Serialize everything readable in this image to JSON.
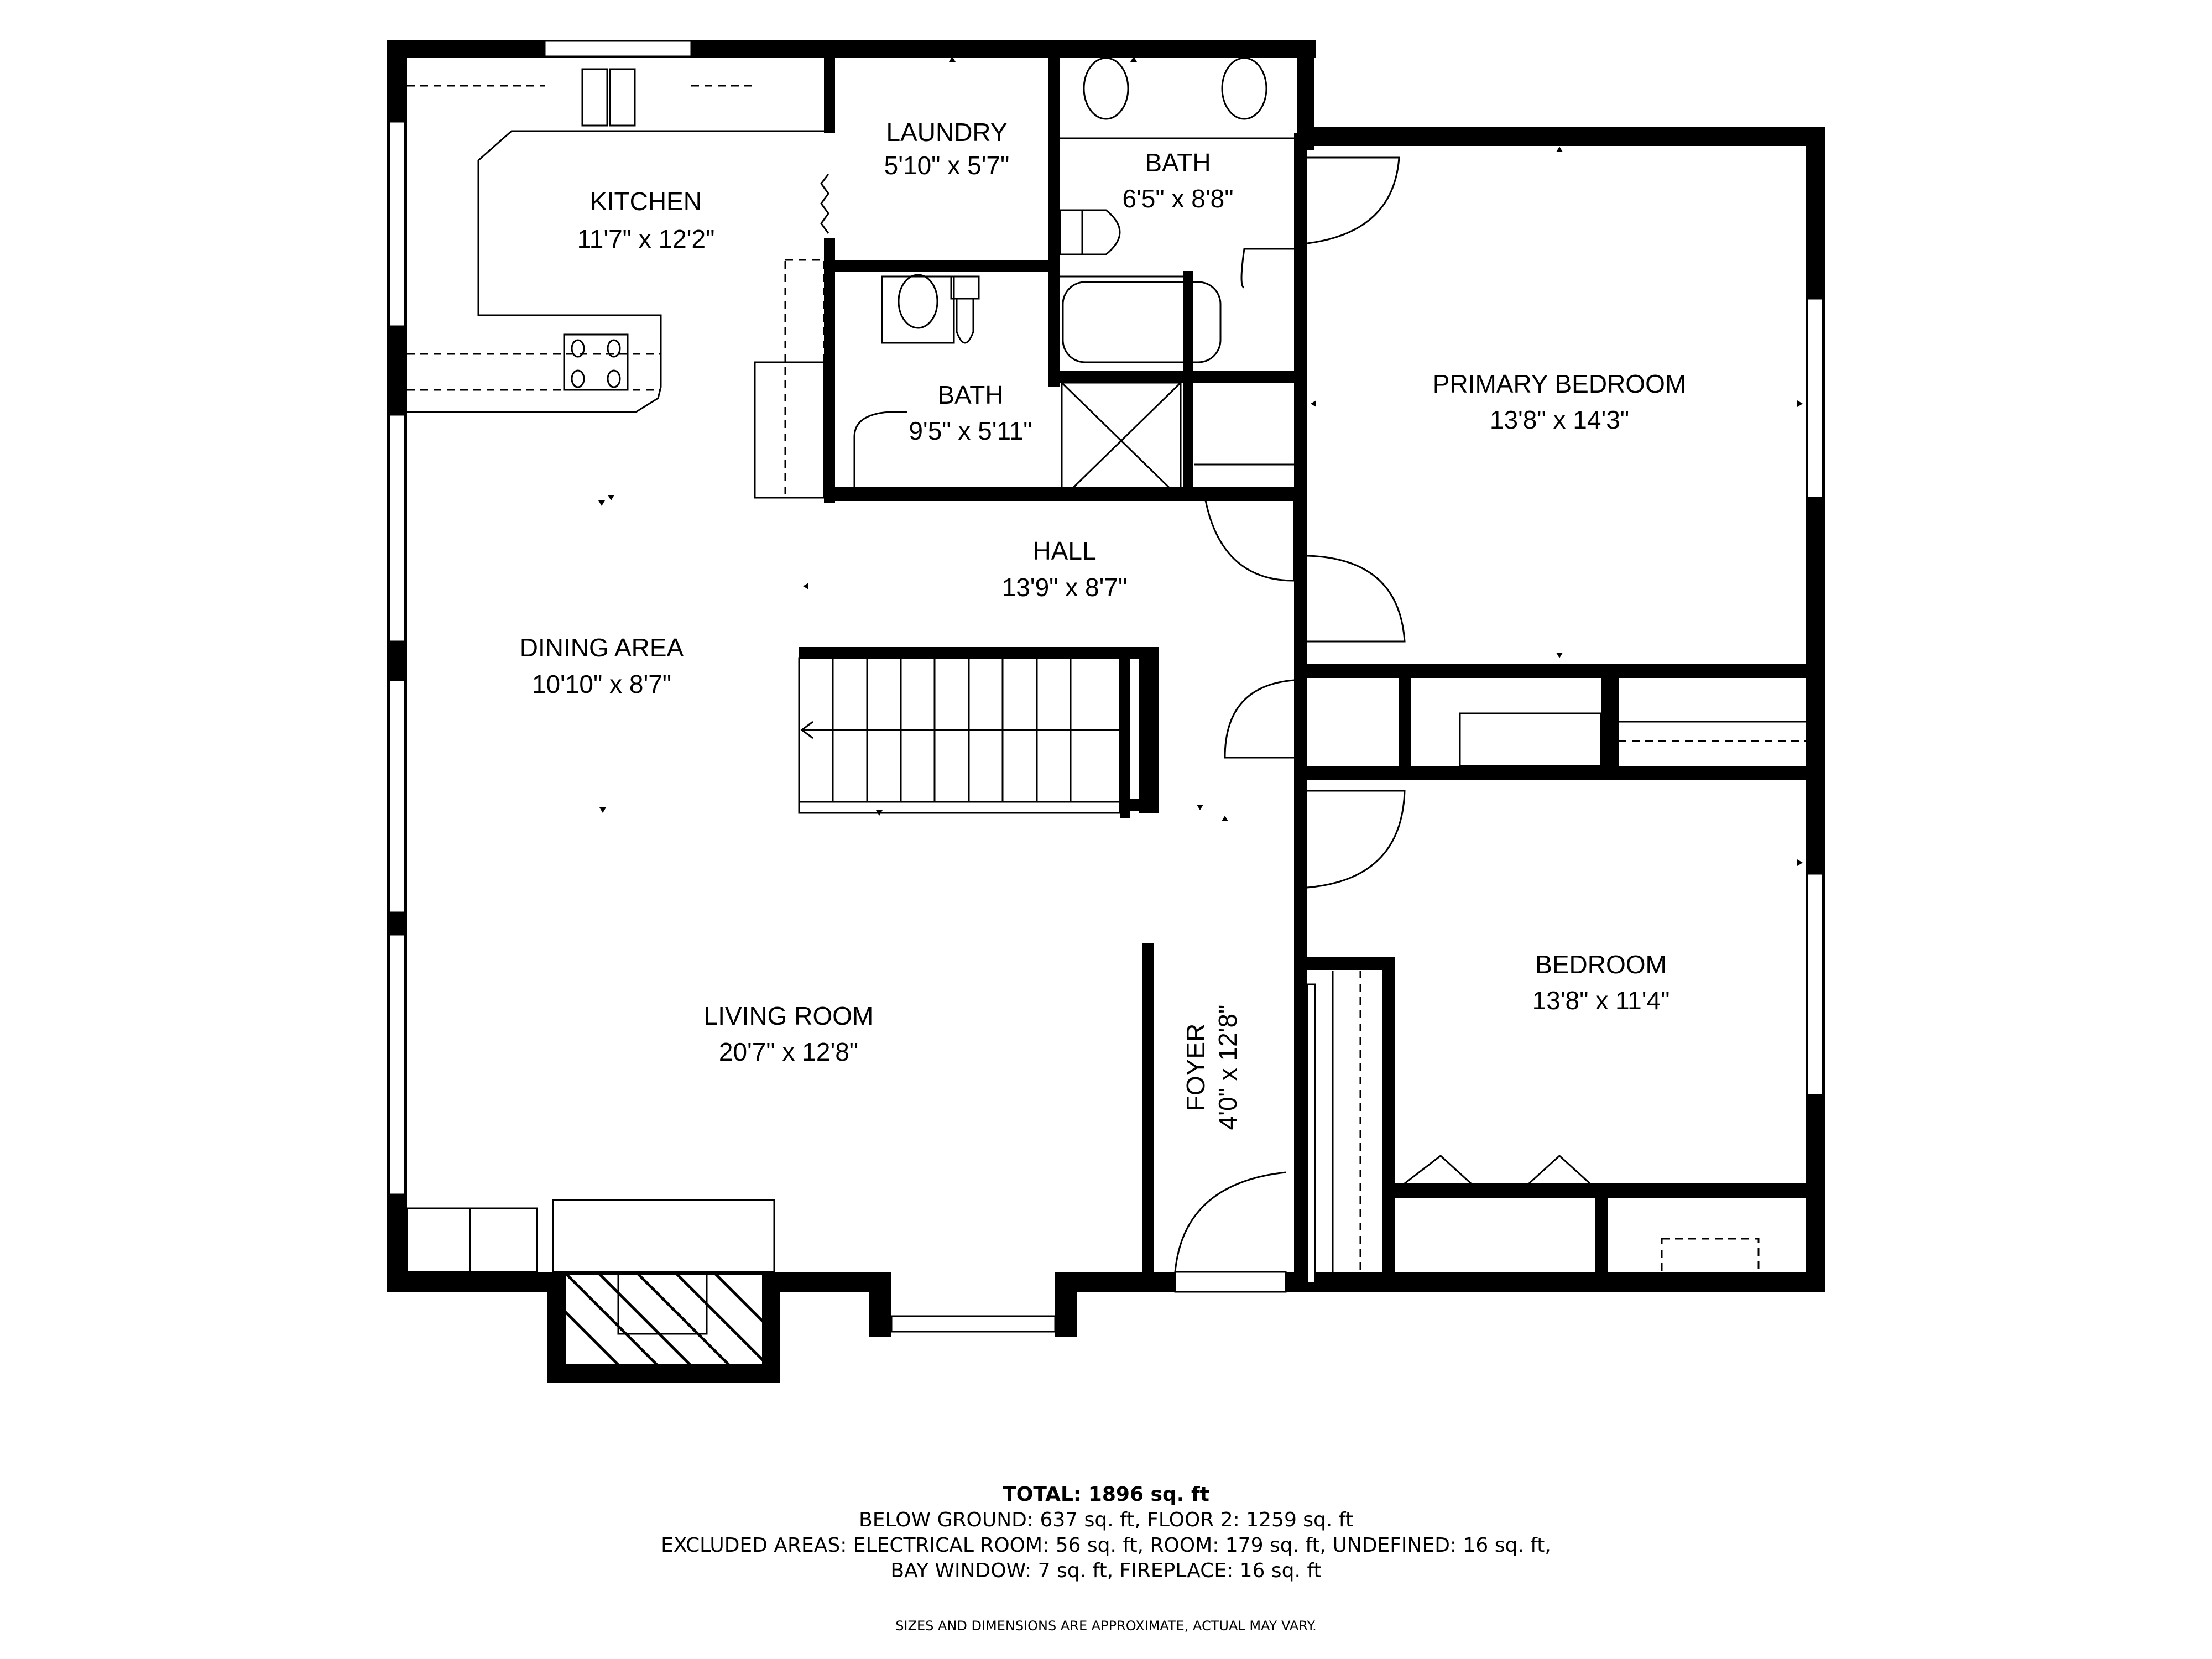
{
  "floorplan": {
    "rooms": [
      {
        "id": "kitchen",
        "name": "KITCHEN",
        "dims": "11'7\" x 12'2\""
      },
      {
        "id": "laundry",
        "name": "LAUNDRY",
        "dims": "5'10\" x 5'7\""
      },
      {
        "id": "bath-upper",
        "name": "BATH",
        "dims": "6'5\" x 8'8\""
      },
      {
        "id": "bath-lower",
        "name": "BATH",
        "dims": "9'5\" x 5'11\""
      },
      {
        "id": "primary-bedroom",
        "name": "PRIMARY BEDROOM",
        "dims": "13'8\" x 14'3\""
      },
      {
        "id": "hall",
        "name": "HALL",
        "dims": "13'9\" x 8'7\""
      },
      {
        "id": "dining-area",
        "name": "DINING AREA",
        "dims": "10'10\" x 8'7\""
      },
      {
        "id": "living-room",
        "name": "LIVING ROOM",
        "dims": "20'7\" x 12'8\""
      },
      {
        "id": "foyer",
        "name": "FOYER",
        "dims": "4'0\" x 12'8\""
      },
      {
        "id": "bedroom",
        "name": "BEDROOM",
        "dims": "13'8\" x 11'4\""
      }
    ]
  },
  "summary": {
    "total": "TOTAL: 1896 sq. ft",
    "floors": "BELOW GROUND: 637 sq. ft, FLOOR 2: 1259 sq. ft",
    "excluded": "EXCLUDED AREAS: ELECTRICAL ROOM: 56 sq. ft, ROOM: 179 sq. ft, UNDEFINED: 16 sq. ft,",
    "excluded_cont": "BAY WINDOW: 7 sq. ft, FIREPLACE: 16 sq. ft",
    "disclaimer": "SIZES AND DIMENSIONS ARE APPROXIMATE, ACTUAL MAY VARY."
  },
  "colors": {
    "wall": "#000000",
    "background": "#ffffff"
  }
}
